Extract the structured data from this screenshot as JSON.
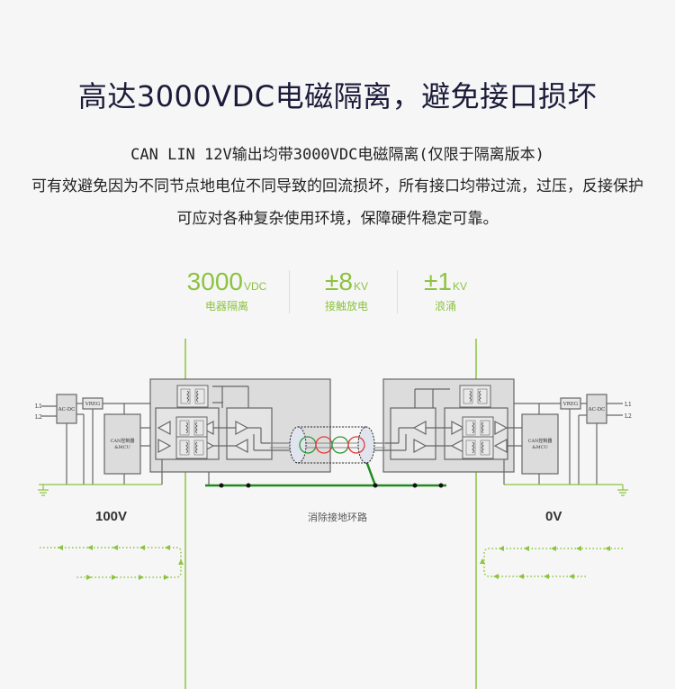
{
  "header": {
    "title": "高达3000VDC电磁隔离，避免接口损坏"
  },
  "description": {
    "line1": "CAN LIN 12V输出均带3000VDC电磁隔离(仅限于隔离版本)",
    "line2": "可有效避免因为不同节点地电位不同导致的回流损坏，所有接口均带过流，过压，反接保护",
    "line3": "可应对各种复杂使用环境，保障硬件稳定可靠。"
  },
  "stats": [
    {
      "value": "3000",
      "unit": "VDC",
      "label": "电器隔离"
    },
    {
      "value": "±8",
      "unit": "KV",
      "label": "接触放电"
    },
    {
      "value": "±1",
      "unit": "KV",
      "label": "浪涌"
    }
  ],
  "diagram": {
    "left_node": {
      "power_inputs": [
        "L1",
        "L2"
      ],
      "acdc_label": "AC-DC",
      "vreg_label": "VREG",
      "mcu_label_line1": "CAN控制器",
      "mcu_label_line2": "&MCU",
      "ground_potential": "100V"
    },
    "right_node": {
      "power_inputs": [
        "L1",
        "L2"
      ],
      "acdc_label": "AC-DC",
      "vreg_label": "VREG",
      "mcu_label_line1": "CAN控制器",
      "mcu_label_line2": "&MCU",
      "ground_potential": "0V"
    },
    "cable_caption": "消除接地环路",
    "colors": {
      "accent_green": "#8cc33f",
      "ground_wire": "#1f8a1f",
      "twisted_red": "#e23b3b",
      "twisted_green": "#2e9a3a",
      "block_fill": "#dcdcdc",
      "block_stroke": "#666666"
    }
  }
}
